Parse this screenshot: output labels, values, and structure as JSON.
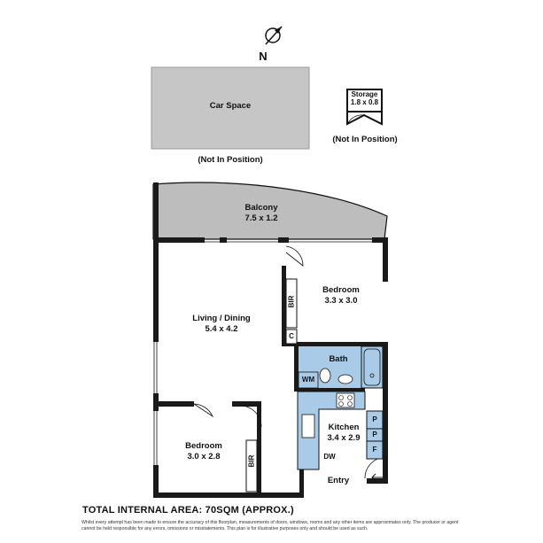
{
  "compass": {
    "north_label": "N",
    "icon": "compass-icon"
  },
  "car_space": {
    "name": "Car Space",
    "note": "(Not In Position)"
  },
  "storage": {
    "name": "Storage",
    "dims": "1.8 x 0.8",
    "note": "(Not In Position)"
  },
  "rooms": {
    "balcony": {
      "name": "Balcony",
      "dims": "7.5 x 1.2"
    },
    "living": {
      "name": "Living / Dining",
      "dims": "5.4 x 4.2"
    },
    "bedroom1": {
      "name": "Bedroom",
      "dims": "3.3 x 3.0"
    },
    "bedroom2": {
      "name": "Bedroom",
      "dims": "3.0 x 2.8"
    },
    "bath": {
      "name": "Bath"
    },
    "kitchen": {
      "name": "Kitchen",
      "dims": "3.4 x 2.9"
    },
    "entry": {
      "name": "Entry"
    }
  },
  "fixtures": {
    "bir1": "BIR",
    "bir2": "BIR",
    "c": "C",
    "wm": "WM",
    "dw": "DW",
    "p1": "P",
    "p2": "P",
    "f": "F"
  },
  "colors": {
    "wall": "#1a1a1a",
    "balcony_fill": "#bdbdbd",
    "car_fill": "#c6c6c6",
    "wet_fill": "#a9cbe8"
  },
  "footer": {
    "total_area": "TOTAL INTERNAL AREA: 70SQM (APPROX.)",
    "disclaimer": "Whilst every attempt has been made to ensure the accuracy of this floorplan, measurements of doors, windows, rooms and any other items are approximates only. The producer or agent cannot be held responsible for any errors, omissions or misstatements. This plan is for illustrative purposes only and should be used as such."
  }
}
